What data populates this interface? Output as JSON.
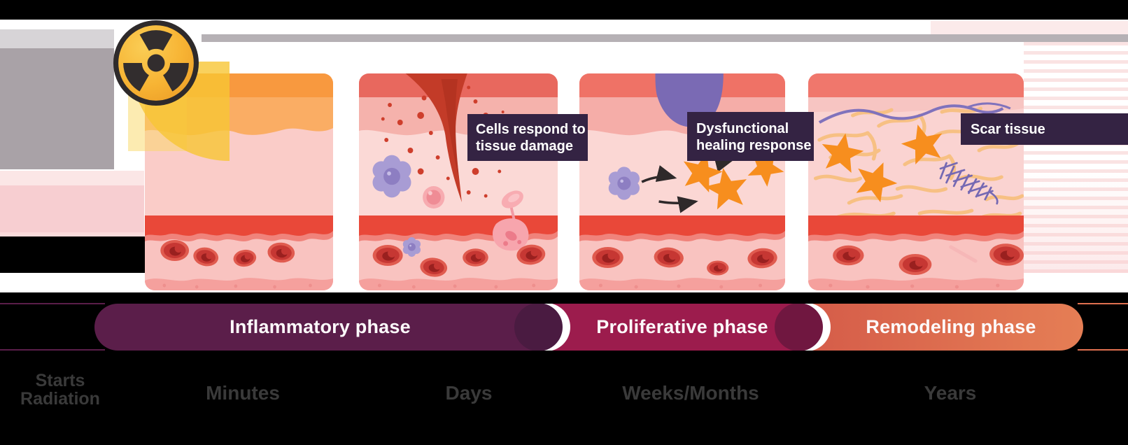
{
  "radiation_icon": {
    "name": "radiation-trefoil",
    "fill": "#F7B434",
    "ring": "#2E2A2B"
  },
  "annotations": {
    "box_color": "#342343",
    "text_color": "#FFFFFF",
    "cells_respond": {
      "line1": "Cells respond to",
      "line2": "tissue damage"
    },
    "dysfunctional": {
      "line1": "Dysfunctional",
      "line2": "healing response"
    },
    "scar": {
      "text": "Scar tissue"
    }
  },
  "phase_bar": {
    "phases": [
      {
        "label": "Inflammatory phase",
        "color": "#5B1E4A"
      },
      {
        "label": "Proliferative phase",
        "color": "#9C1C4D"
      },
      {
        "label": "Remodeling phase",
        "color": "#DD6A50"
      }
    ]
  },
  "timeline": {
    "color": "#3A3A3A",
    "items": [
      {
        "label": "Starts",
        "line2": "Radiation"
      },
      {
        "label": "Minutes"
      },
      {
        "label": "Days"
      },
      {
        "label": "Weeks/Months"
      },
      {
        "label": "Years"
      }
    ]
  }
}
